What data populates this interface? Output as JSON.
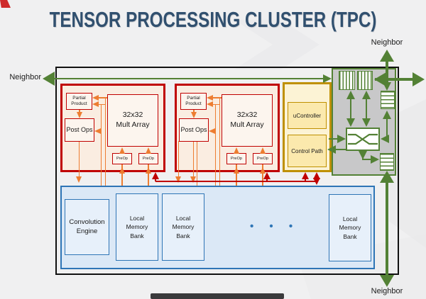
{
  "title": "TENSOR PROCESSING CLUSTER (TPC)",
  "neighbors": {
    "left": "Neighbor",
    "top": "Neighbor",
    "bottom": "Neighbor"
  },
  "pe_blocks": [
    {
      "partial_product": "Partial Product",
      "post_ops": "Post Ops",
      "mult_array": [
        "32x32",
        "Mult Array"
      ],
      "preops": [
        "PreOp",
        "PreOp"
      ]
    },
    {
      "partial_product": "Partial Product",
      "post_ops": "Post Ops",
      "mult_array": [
        "32x32",
        "Mult Array"
      ],
      "preops": [
        "PreOp",
        "PreOp"
      ]
    }
  ],
  "control_block": {
    "ucontroller": "uController",
    "control_path": "Control Path"
  },
  "memory_block": {
    "convolution_engine": "Convolution Engine",
    "banks": [
      "Local Memory Bank",
      "Local Memory Bank",
      "Local Memory Bank"
    ],
    "dots": "• • •"
  },
  "colors": {
    "red": "#C00000",
    "orange": "#ED7D31",
    "green": "#538135",
    "gold": "#BF9000",
    "blue": "#2E75B6",
    "title": "#31506F"
  }
}
